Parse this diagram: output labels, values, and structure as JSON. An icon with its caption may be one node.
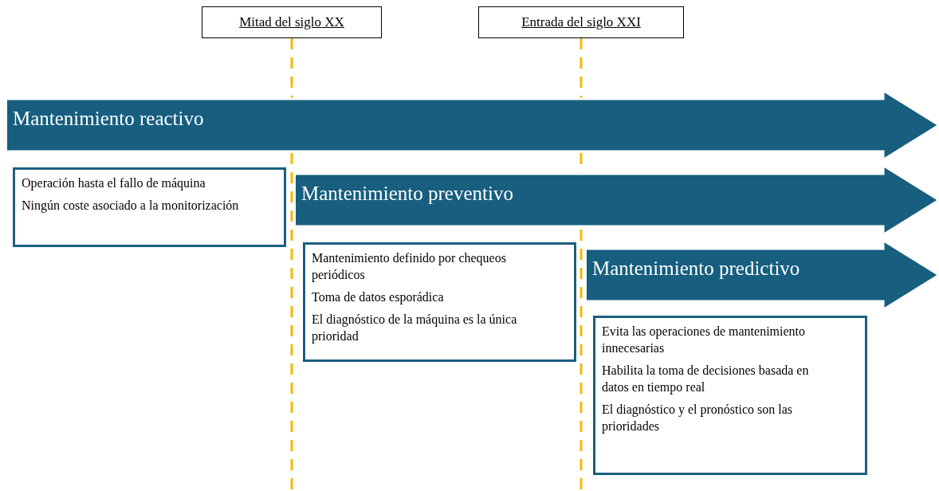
{
  "diagram": {
    "nodes": [
      {
        "text": [
          "Mitad del siglo XX"
        ]
      },
      {
        "text": [
          "Entrada del siglo XXI"
        ]
      },
      {
        "text": [
          "Mantenimiento reactivo"
        ]
      },
      {
        "text": [
          "Operación hasta el fallo de máquina",
          "Ningún coste asociado a la monitorización"
        ]
      },
      {
        "text": [
          "Mantenimiento preventivo"
        ]
      },
      {
        "text": [
          "Mantenimiento definido por chequeos periódicos",
          "Toma de datos esporádica",
          "El diagnóstico de la máquina es la única prioridad"
        ]
      },
      {
        "text": [
          "Mantenimiento predictivo"
        ]
      },
      {
        "text": [
          "Evita las operaciones de mantenimiento innecesarias",
          "Habilita la toma de decisiones basada en datos en tiempo real",
          "El diagnóstico y el pronóstico son las prioridades"
        ]
      }
    ],
    "edges": [
      {
        "from": 0,
        "to": null,
        "arrow": "none",
        "style": "dashed",
        "color": "#f5b800"
      },
      {
        "from": 1,
        "to": null,
        "arrow": "none",
        "style": "dashed",
        "color": "#f5b800"
      }
    ]
  }
}
